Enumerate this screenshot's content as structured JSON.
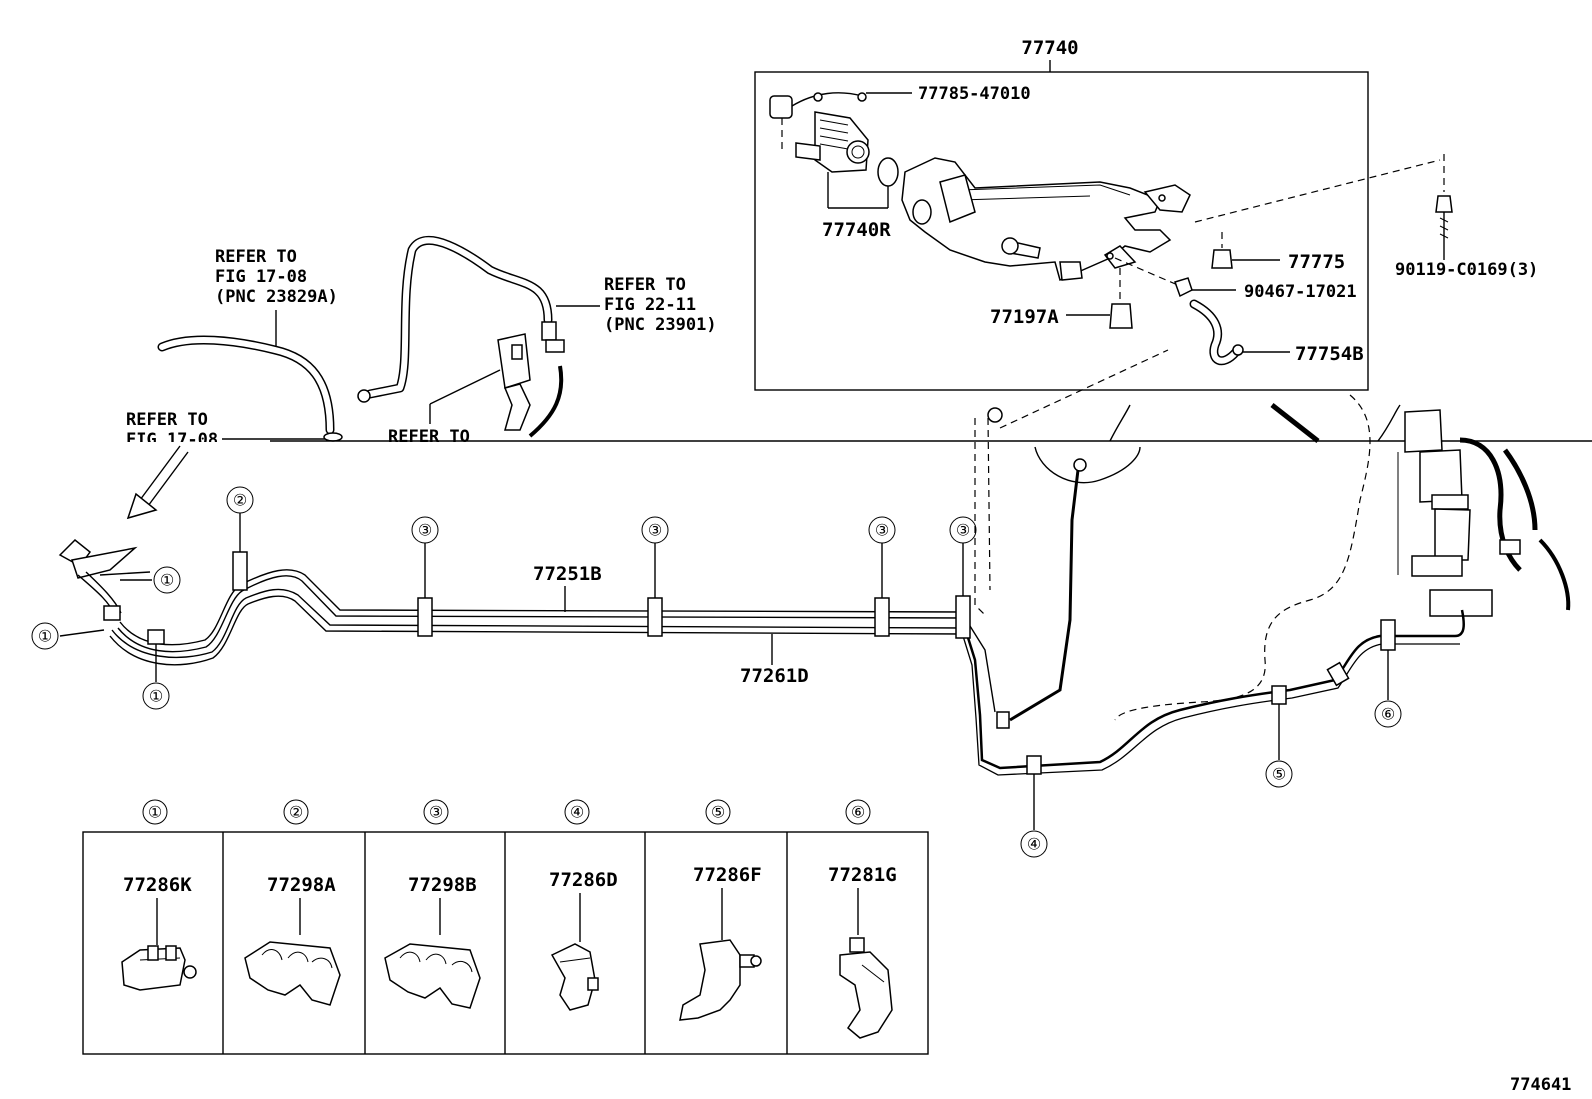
{
  "assembly": {
    "number": "77740",
    "parts": [
      "77785-47010",
      "77740R",
      "77775",
      "90467-17021",
      "77197A",
      "77754B"
    ]
  },
  "bolt": "90119-C0169(3)",
  "refer_notes": {
    "hose_ref": {
      "line1": "REFER TO",
      "line2": "FIG 17-08",
      "line3": "(PNC 23829A)"
    },
    "pipe_ref": {
      "line1": "REFER TO",
      "line2": "FIG 22-11",
      "line3": "(PNC 23901)"
    },
    "left_ref": {
      "line1": "REFER TO",
      "line2": "FIG 17-08"
    },
    "mid_ref": {
      "line1": "REFER TO"
    }
  },
  "tubes": {
    "upper": "77251B",
    "lower": "77261D"
  },
  "clamp_markers": [
    "①",
    "②",
    "③",
    "④",
    "⑤",
    "⑥"
  ],
  "legend": [
    {
      "marker": "①",
      "part": "77286K"
    },
    {
      "marker": "②",
      "part": "77298A"
    },
    {
      "marker": "③",
      "part": "77298B"
    },
    {
      "marker": "④",
      "part": "77286D"
    },
    {
      "marker": "⑤",
      "part": "77286F"
    },
    {
      "marker": "⑥",
      "part": "77281G"
    }
  ],
  "figure_id": "774641"
}
